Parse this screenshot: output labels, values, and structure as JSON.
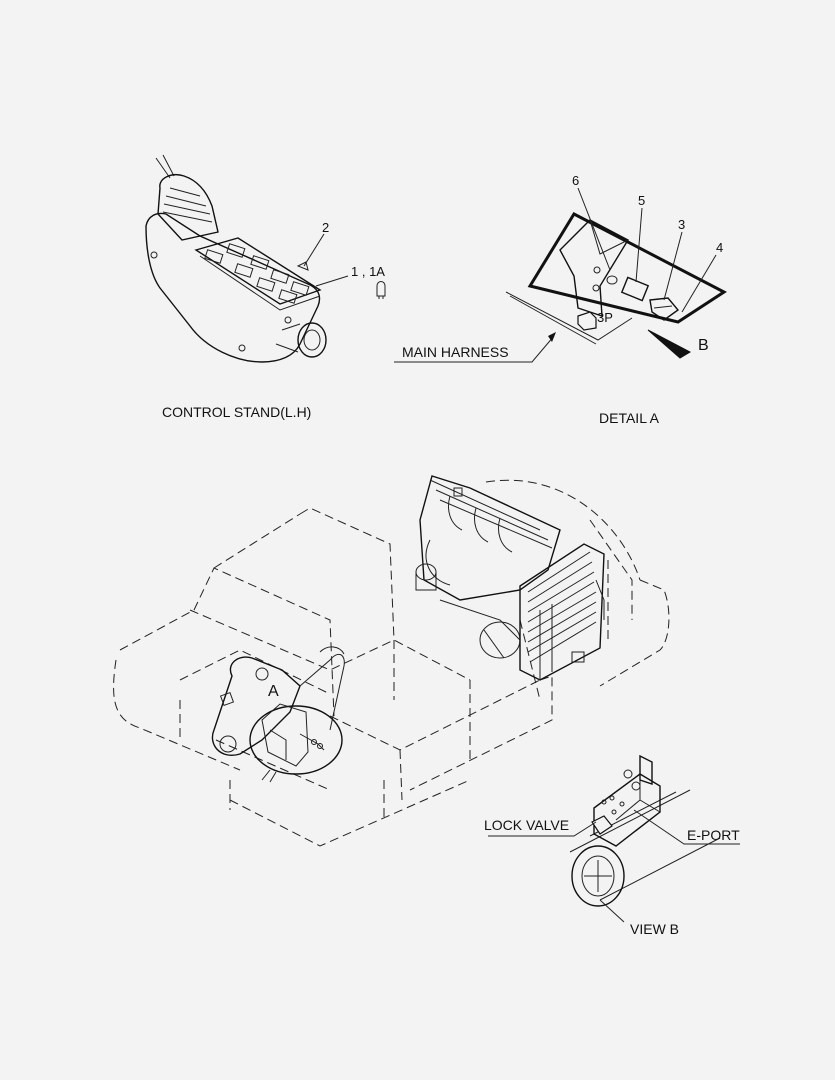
{
  "labels": {
    "control_stand": "CONTROL STAND(L.H)",
    "detail_a": "DETAIL  A",
    "main_harness": "MAIN HARNESS",
    "view_b": "VIEW  B",
    "lock_valve": "LOCK VALVE",
    "e_port": "E-PORT",
    "marker_a": "A",
    "marker_b": "B",
    "connector_3p": "3P"
  },
  "callouts": {
    "c1": "1 , 1A",
    "c2": "2",
    "c3": "3",
    "c4": "4",
    "c5": "5",
    "c6": "6"
  }
}
